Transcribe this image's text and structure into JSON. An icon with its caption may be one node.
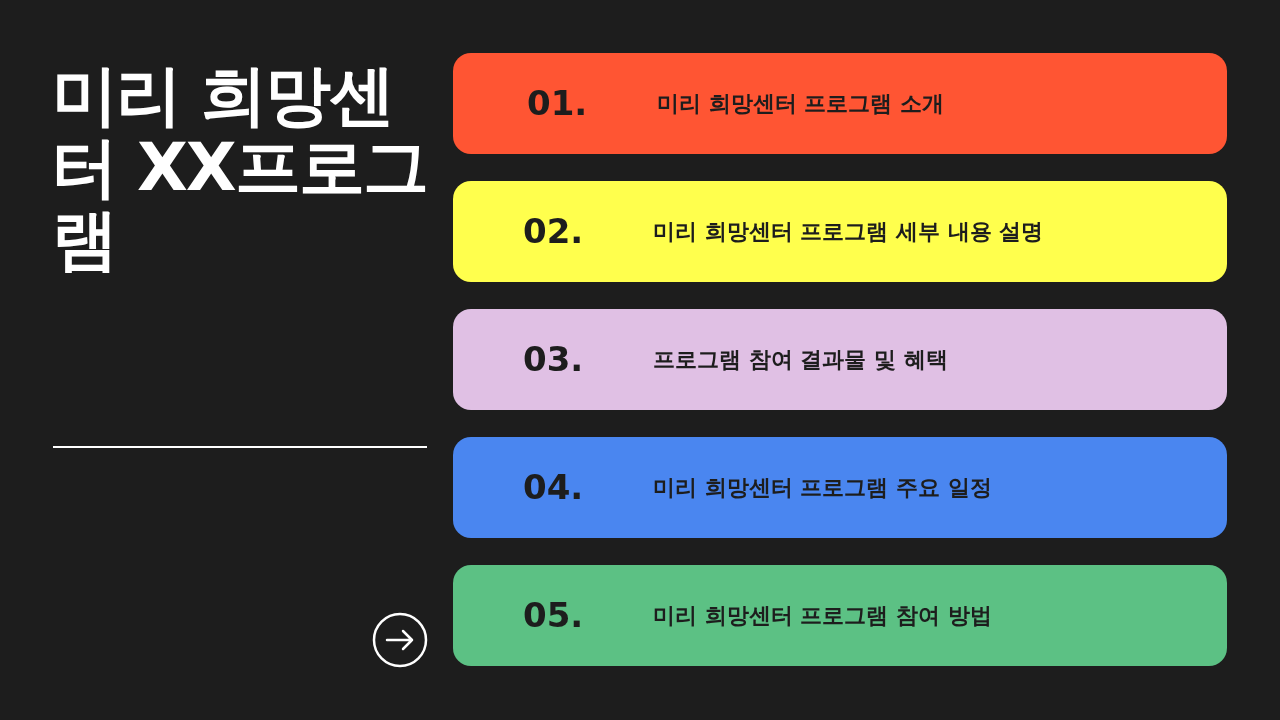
{
  "diagram": {
    "title": "미리 희망센터 XX프로그램",
    "nodes": [
      {
        "text": [
          "01.",
          "미리 희망센터 프로그램 소개"
        ]
      },
      {
        "text": [
          "02.",
          "미리 희망센터 프로그램 세부 내용 설명"
        ]
      },
      {
        "text": [
          "03.",
          "프로그램 참여 결과물 및 혜택"
        ]
      },
      {
        "text": [
          "04.",
          "미리 희망센터 프로그램 주요 일정"
        ]
      },
      {
        "text": [
          "05.",
          "미리 희망센터 프로그램 참여 방법"
        ]
      }
    ],
    "edges": []
  }
}
